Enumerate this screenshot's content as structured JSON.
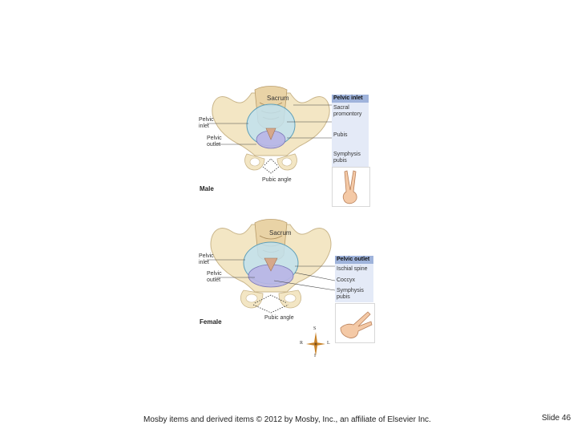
{
  "male": {
    "sacrum": "Sacrum",
    "pelvic_inlet_left": "Pelvic inlet",
    "pelvic_outlet_left": "Pelvic outlet",
    "pubic_angle": "Pubic angle",
    "caption": "Male",
    "box": {
      "header": "Pelvic inlet",
      "items": [
        "Sacral promontory",
        "Pubis",
        "Symphysis pubis"
      ]
    }
  },
  "female": {
    "sacrum": "Sacrum",
    "pelvic_inlet_left": "Pelvic inlet",
    "pelvic_outlet_left": "Pelvic outlet",
    "pubic_angle": "Pubic angle",
    "caption": "Female",
    "box": {
      "header": "Pelvic outlet",
      "items": [
        "Ischial spine",
        "Coccyx",
        "Symphysis pubis"
      ]
    }
  },
  "compass": {
    "north": "S",
    "south": "I",
    "west": "R",
    "east": "L"
  },
  "footer": {
    "copyright": "Mosby items and derived items © 2012 by Mosby, Inc., an affiliate of Elsevier Inc.",
    "slide": "Slide 46"
  },
  "colors": {
    "bone": "#f3e6c4",
    "bone_outline": "#c9b58a",
    "inlet": "#bfe0ee",
    "outlet": "#b8b5e6",
    "box": "#e4eaf7",
    "box_header": "#9fb3db"
  }
}
